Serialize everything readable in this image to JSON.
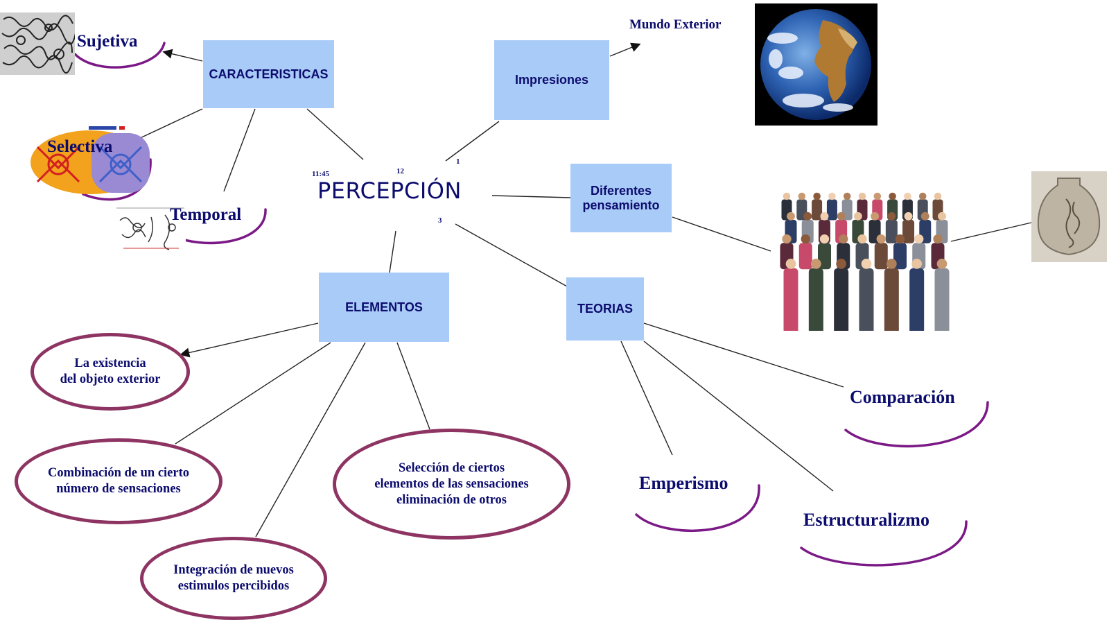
{
  "central": {
    "title": "PERCEPCIÓN"
  },
  "clock_marks": {
    "m1145": "11:45",
    "m12": "12",
    "m1": "1",
    "m3": "3"
  },
  "boxes": {
    "caracteristicas": "CARACTERISTICAS",
    "impresiones": "Impresiones",
    "diferentes_line1": "Diferentes",
    "diferentes_line2": "pensamiento",
    "elementos": "ELEMENTOS",
    "teorias": "TEORIAS"
  },
  "caracteristicas_items": [
    "Sujetiva",
    "Selectiva",
    "Temporal"
  ],
  "impresiones_target": "Mundo Exterior",
  "elementos_items": [
    {
      "line1": "La existencia",
      "line2": "del objeto exterior"
    },
    {
      "line1": "Combinación de un cierto",
      "line2": "número de sensaciones"
    },
    {
      "line1": "Integración de nuevos",
      "line2": "estimulos percibidos"
    },
    {
      "line1": "Selección de ciertos",
      "line2": "elementos de las sensaciones",
      "line3": "eliminación de otros"
    }
  ],
  "teorias_items": [
    "Comparación",
    "Emperismo",
    "Estructuralizmo"
  ],
  "colors": {
    "box_fill": "#a9cbf7",
    "text": "#0c0c6e",
    "oval_border": "#8e3462",
    "swoosh": "#7b1a86"
  },
  "icons": [
    "mosaic-thumbnail-icon",
    "color-pattern-thumbnail-icon",
    "sketch-thumbnail-icon",
    "earth-globe-icon",
    "people-crowd-icon",
    "vase-illusion-icon"
  ]
}
